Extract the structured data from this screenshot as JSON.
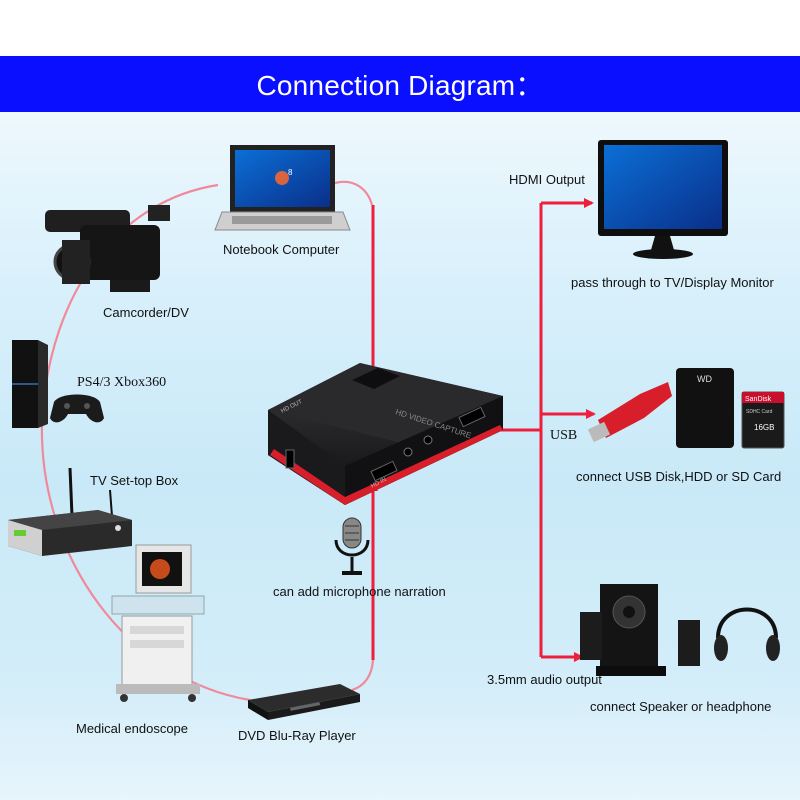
{
  "header": {
    "title": "Connection Diagram："
  },
  "colors": {
    "banner": "#0a10ff",
    "arrow": "#ee1f3c",
    "loop": "#f08a9a",
    "device_body": "#1c1c1e",
    "device_accent": "#d81e2a"
  },
  "device": {
    "top_label": "HD VIDEO CAPTURE",
    "port_label_a": "HD OUT",
    "port_label_b": "HD IN"
  },
  "sources": [
    {
      "id": "notebook",
      "label": "Notebook Computer",
      "icon": "laptop-icon",
      "screen_text": "8"
    },
    {
      "id": "camcorder",
      "label": "Camcorder/DV",
      "icon": "camcorder-icon"
    },
    {
      "id": "console",
      "label": "PS4/3 Xbox360",
      "icon": "game-console-icon"
    },
    {
      "id": "settop",
      "label": "TV Set-top Box",
      "icon": "set-top-box-icon"
    },
    {
      "id": "endoscope",
      "label": "Medical endoscope",
      "icon": "medical-endoscope-icon"
    },
    {
      "id": "dvd",
      "label": "DVD Blu-Ray Player",
      "icon": "dvd-player-icon"
    }
  ],
  "microphone": {
    "label": "can add microphone narration",
    "icon": "microphone-icon"
  },
  "outputs": [
    {
      "id": "hdmi",
      "label": "HDMI Output",
      "caption": "pass through to TV/Display Monitor",
      "icon": "monitor-icon"
    },
    {
      "id": "usb",
      "label": "USB",
      "caption": "connect USB Disk,HDD or SD Card",
      "icon": "usb-storage-icon",
      "sd_brand": "SanDisk",
      "sd_type": "SDHC Card",
      "sd_size": "16GB"
    },
    {
      "id": "audio",
      "label": "3.5mm audio output",
      "caption": "connect Speaker or headphone",
      "icon": "speaker-headphone-icon"
    }
  ]
}
